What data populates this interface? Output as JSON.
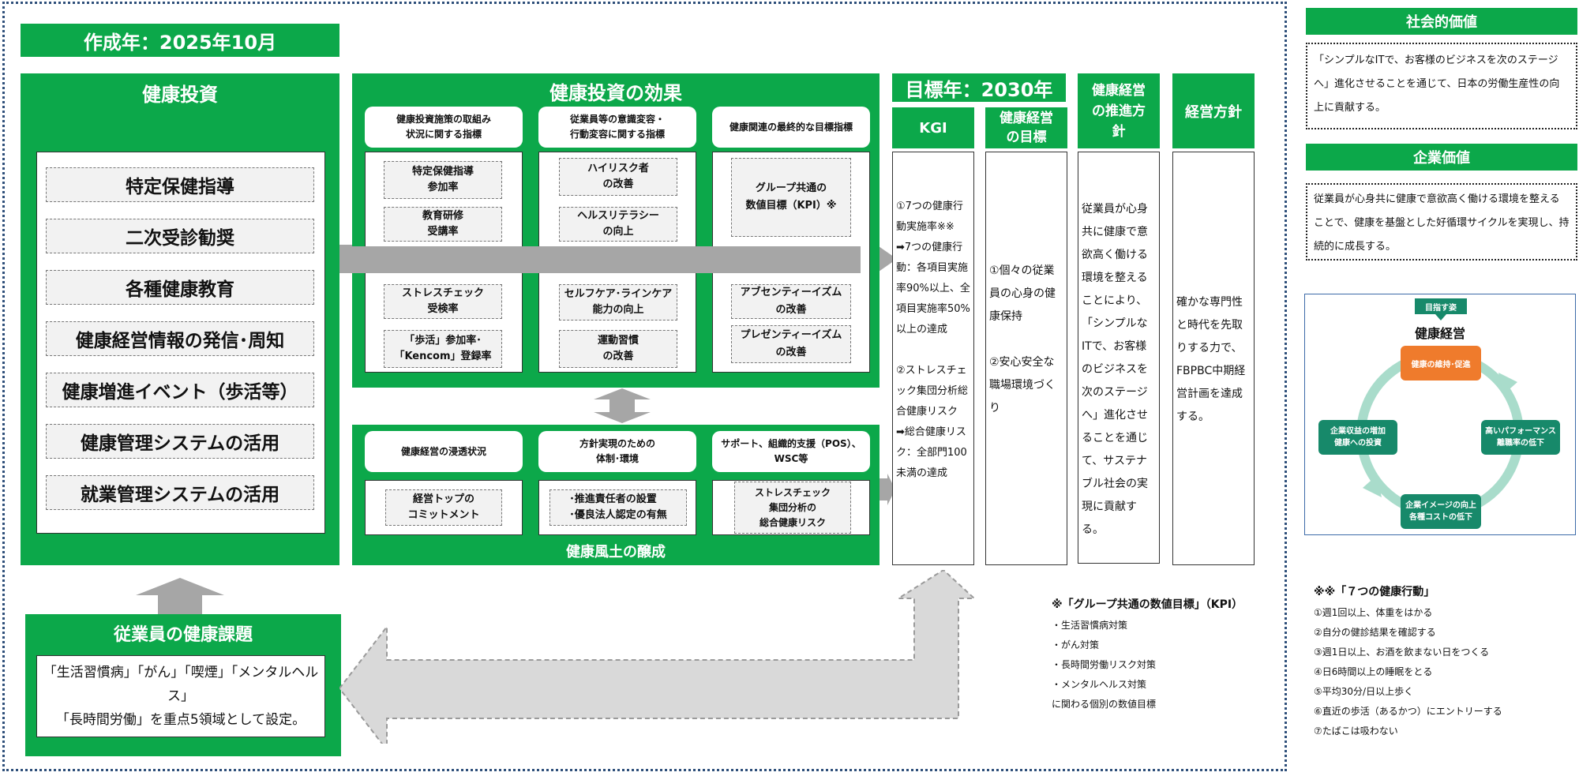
{
  "created": "作成年：2025年10月",
  "investment": {
    "title": "健康投資",
    "items": [
      "特定保健指導",
      "二次受診勧奨",
      "各種健康教育",
      "健康経営情報の発信･周知",
      "健康増進イベント（歩活等）",
      "健康管理システムの活用",
      "就業管理システムの活用"
    ]
  },
  "effects": {
    "title": "健康投資の効果",
    "col1_header": "健康投資施策の取組み\n状況に関する指標",
    "col2_header": "従業員等の意識変容・\n行動変容に関する指標",
    "col3_header": "健康関連の最終的な目標指標",
    "col1_items": [
      "特定保健指導\n参加率",
      "教育研修\n受講率",
      "ストレスチェック\n受検率",
      "「歩活」参加率･\n「Kencom」登録率"
    ],
    "col2_items": [
      "ハイリスク者\nの改善",
      "ヘルスリテラシー\nの向上",
      "セルフケア･ラインケア\n能力の向上",
      "運動習慣\nの改善"
    ],
    "col3_items": [
      "グループ共通の\n数値目標（KPI）※",
      "アブセンティーイズム\nの改善",
      "プレゼンティーイズム\nの改善"
    ]
  },
  "culture": {
    "footer": "健康風土の醸成",
    "col1_header": "健康経営の浸透状況",
    "col2_header": "方針実現のための\n体制･環境",
    "col3_header": "サポート、組織的支援（POS）、\nWSC等",
    "col1_item": "経営トップの\nコミットメント",
    "col2_item": "･推進責任者の設置\n･優良法人認定の有無",
    "col3_item": "ストレスチェック\n集団分析の\n総合健康リスク"
  },
  "target": {
    "year": "目標年：2030年",
    "kgi_title": "KGI",
    "kgi_text": "①7つの健康行動実施率※※\n➡7つの健康行動：各項目実施率90%以上、全項目実施率50%以上の達成\n\n②ストレスチェック集団分析総合健康リスク\n➡総合健康リスク：全部門100未満の達成",
    "goal_title": "健康経営\nの目標",
    "goal_text": "①個々の従業員の心身の健康保持\n\n②安心安全な職場環境づくり",
    "policy_title": "健康経営\nの推進方\n針",
    "policy_text": "従業員が心身共に健康で意欲高く働ける環境を整えることにより、「シンプルなITで、お客様のビジネスを次のステージへ」進化させることを通じて、サステナブル社会の実現に貢献する。",
    "mgmt_title": "経営方針",
    "mgmt_text": "確かな専門性と時代を先取りする力で、FBPBC中期経営計画を達成する。"
  },
  "issues": {
    "title": "従業員の健康課題",
    "text": "「生活習慣病」「がん」「喫煙」「メンタルヘルス」\n「長時間労働」を重点5領域として設定。"
  },
  "social": {
    "title": "社会的価値",
    "text": "「シンプルなITで、お客様のビジネスを次のステージへ」進化させることを通じて、日本の労働生産性の向上に貢献する。"
  },
  "corporate": {
    "title": "企業価値",
    "text": "従業員が心身共に健康で意欲高く働ける環境を整えることで、健康を基盤とした好循環サイクルを実現し、持続的に成長する。"
  },
  "cycle": {
    "tag": "目指す姿",
    "title": "健康経営",
    "top": "健康の維持･促進",
    "right": "高いパフォーマンス\n離職率の低下",
    "bottom": "企業イメージの向上\n各種コストの低下",
    "left": "企業収益の増加\n健康への投資"
  },
  "kpi_note": {
    "title": "※「グループ共通の数値目標」（KPI）",
    "items": [
      "・生活習慣病対策",
      "・がん対策",
      "・長時間労働リスク対策",
      "・メンタルヘルス対策",
      "に関わる個別の数値目標"
    ]
  },
  "actions_note": {
    "title": "※※「７つの健康行動」",
    "items": [
      "①週1回以上、体重をはかる",
      "②自分の健診結果を確認する",
      "③週1日以上、お酒を飲まない日をつくる",
      "④日6時間以上の睡眠をとる",
      "⑤平均30分/日以上歩く",
      "⑥直近の歩活（あるかつ）にエントリーする",
      "⑦たばこは吸わない"
    ]
  },
  "colors": {
    "green": "#0ca84a",
    "orange": "#ef7b2c",
    "teal": "#17896a",
    "frame": "#2e4f7a"
  }
}
